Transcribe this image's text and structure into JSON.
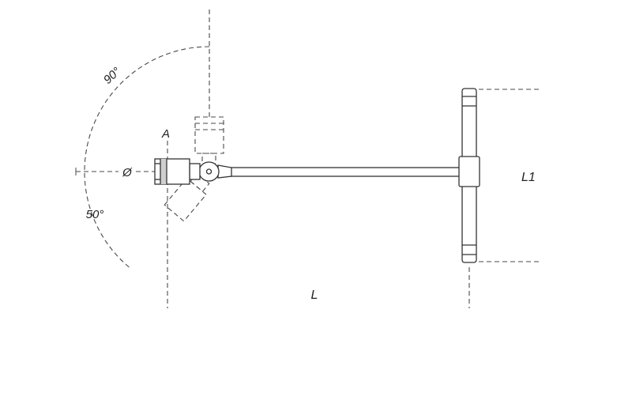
{
  "drawing": {
    "labels": {
      "angle_up": "90°",
      "angle_down": "50°",
      "socket_marker": "A",
      "diameter_symbol": "Ø",
      "total_length": "L",
      "handle_length": "L1"
    },
    "colors": {
      "background": "#ffffff",
      "solid_line": "#333333",
      "dashed_line": "#4a4a4a",
      "text": "#222222"
    }
  }
}
